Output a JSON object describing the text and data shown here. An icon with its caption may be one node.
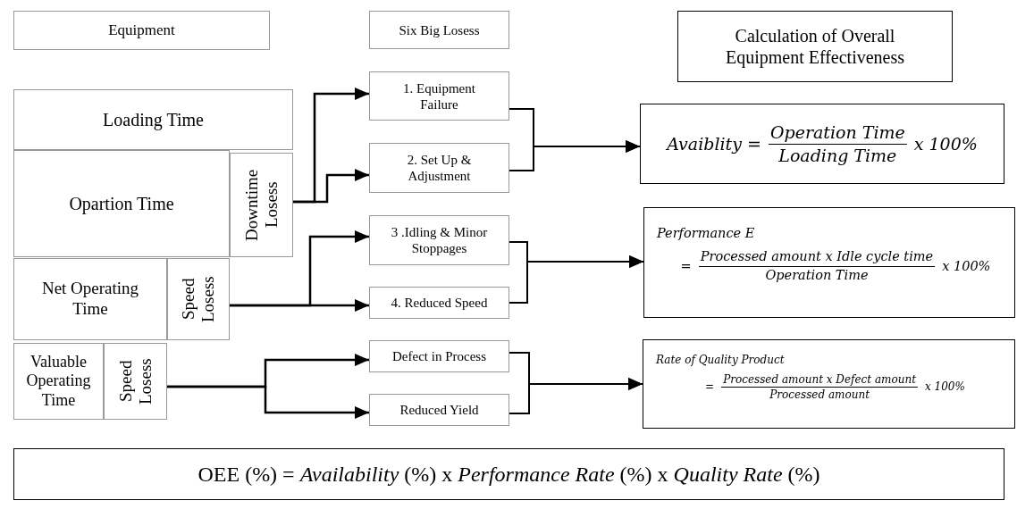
{
  "diagram": {
    "nodes": [
      {
        "text": [
          "Equipment"
        ]
      },
      {
        "text": [
          "Six Big Losess"
        ]
      },
      {
        "text": [
          "Calculation of Overall Equipment Effectiveness"
        ]
      },
      {
        "text": [
          "Loading Time"
        ]
      },
      {
        "text": [
          "Opartion Time"
        ]
      },
      {
        "text": [
          "Downtime Losess"
        ]
      },
      {
        "text": [
          "Net Operating Time"
        ]
      },
      {
        "text": [
          "Speed Losess"
        ]
      },
      {
        "text": [
          "Valuable Operating Time"
        ]
      },
      {
        "text": [
          "Speed Losess"
        ]
      },
      {
        "text": [
          "1. Equipment Failure"
        ]
      },
      {
        "text": [
          "2. Set Up & Adjustment"
        ]
      },
      {
        "text": [
          "3 .Idling & Minor Stoppages"
        ]
      },
      {
        "text": [
          "4. Reduced Speed"
        ]
      },
      {
        "text": [
          "Defect in Process"
        ]
      },
      {
        "text": [
          "Reduced Yield"
        ]
      },
      {
        "text": [
          "Avaiblity =",
          "Operation Time",
          "Loading Time",
          "x 100%"
        ]
      },
      {
        "text": [
          "Performance E",
          "=",
          "Processed amount x Idle cycle time",
          "Operation Time",
          "x 100%"
        ]
      },
      {
        "text": [
          "Rate of Quality Product",
          "=",
          "Processed amount x Defect amount",
          "Processed amount",
          "x 100%"
        ]
      },
      {
        "text": [
          "OEE (%) = *Availability* (%) x *Performance Rate* (%) x *Quality Rate* (%)"
        ]
      }
    ],
    "edges": [
      {
        "from": 5,
        "to": 10,
        "arrow": "to"
      },
      {
        "from": 5,
        "to": 11,
        "arrow": "to"
      },
      {
        "from": 7,
        "to": 12,
        "arrow": "to"
      },
      {
        "from": 7,
        "to": 13,
        "arrow": "to"
      },
      {
        "from": 9,
        "to": 14,
        "arrow": "to"
      },
      {
        "from": 9,
        "to": 15,
        "arrow": "to"
      },
      {
        "from": 10,
        "to": 16,
        "arrow": "to"
      },
      {
        "from": 11,
        "to": 16,
        "arrow": "to"
      },
      {
        "from": 12,
        "to": 17,
        "arrow": "to"
      },
      {
        "from": 13,
        "to": 17,
        "arrow": "to"
      },
      {
        "from": 14,
        "to": 18,
        "arrow": "to"
      },
      {
        "from": 15,
        "to": 18,
        "arrow": "to"
      }
    ]
  }
}
